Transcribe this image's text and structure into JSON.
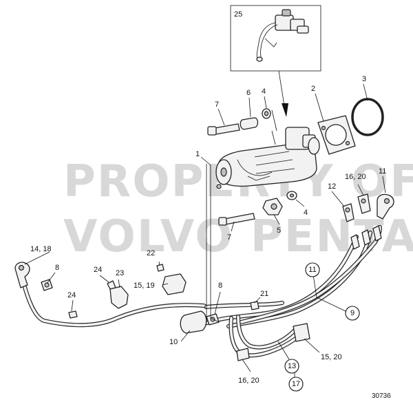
{
  "watermark": {
    "line1": "PROPERTY OF",
    "line2": "VOLVO PENTA"
  },
  "reference_number": "30736",
  "inset_label": "25",
  "labels": {
    "l1": "1",
    "l2": "2",
    "l3": "3",
    "l4a": "4",
    "l4b": "4",
    "l5": "5",
    "l6": "6",
    "l7a": "7",
    "l7b": "7",
    "l8a": "8",
    "l8b": "8",
    "l10": "10",
    "l11": "11",
    "l12": "12",
    "l14_18": "14, 18",
    "l15_19": "15, 19",
    "l15_20": "15, 20",
    "l16_20a": "16, 20",
    "l16_20b": "16, 20",
    "l21": "21",
    "l22": "22",
    "l23": "23",
    "l24a": "24",
    "l24b": "24"
  },
  "circled_labels": {
    "c9": "9",
    "c11": "11",
    "c13": "13",
    "c17": "17"
  },
  "colors": {
    "line": "#222222",
    "part_fill": "#f2f2f2",
    "watermark": "#d8d8d8"
  }
}
